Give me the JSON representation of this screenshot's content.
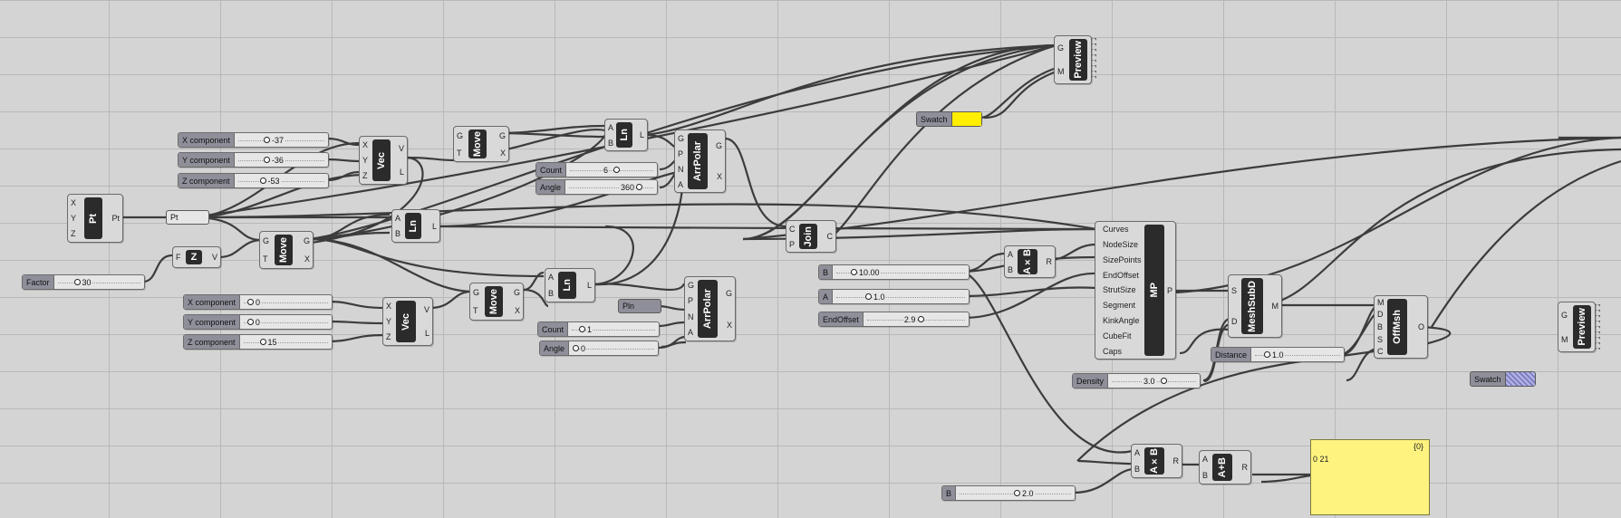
{
  "components": {
    "pt": {
      "label": "Pt",
      "inputs": [
        "X",
        "Y",
        "Z"
      ],
      "outputs": [
        "Pt"
      ]
    },
    "pt_param": {
      "label": "Pt"
    },
    "vec1": {
      "label": "Vec",
      "inputs": [
        "X",
        "Y",
        "Z"
      ],
      "outputs": [
        "V",
        "L"
      ]
    },
    "vec2": {
      "label": "Vec",
      "inputs": [
        "X",
        "Y",
        "Z"
      ],
      "outputs": [
        "V",
        "L"
      ]
    },
    "zvec": {
      "label": "Z",
      "inputs": [
        "F"
      ],
      "outputs": [
        "V"
      ]
    },
    "move1": {
      "label": "Move",
      "inputs": [
        "G",
        "T"
      ],
      "outputs": [
        "G",
        "X"
      ]
    },
    "move2": {
      "label": "Move",
      "inputs": [
        "G",
        "T"
      ],
      "outputs": [
        "G",
        "X"
      ]
    },
    "move3": {
      "label": "Move",
      "inputs": [
        "G",
        "T"
      ],
      "outputs": [
        "G",
        "X"
      ]
    },
    "ln1": {
      "label": "Ln",
      "inputs": [
        "A",
        "B"
      ],
      "outputs": [
        "L"
      ]
    },
    "ln2": {
      "label": "Ln",
      "inputs": [
        "A",
        "B"
      ],
      "outputs": [
        "L"
      ]
    },
    "ln3": {
      "label": "Ln",
      "inputs": [
        "A",
        "B"
      ],
      "outputs": [
        "L"
      ]
    },
    "arrpolar1": {
      "label": "ArrPolar",
      "inputs": [
        "G",
        "P",
        "N",
        "A"
      ],
      "outputs": [
        "G",
        "X"
      ]
    },
    "arrpolar2": {
      "label": "ArrPolar",
      "inputs": [
        "G",
        "P",
        "N",
        "A"
      ],
      "outputs": [
        "G",
        "X"
      ]
    },
    "join": {
      "label": "Join",
      "inputs": [
        "C",
        "P"
      ],
      "outputs": [
        "C"
      ]
    },
    "mp": {
      "label": "MP",
      "inputs": [
        "Curves",
        "NodeSize",
        "SizePoints",
        "EndOffset",
        "StrutSize",
        "Segment",
        "KinkAngle",
        "CubeFit",
        "Caps"
      ],
      "outputs": [
        "P"
      ]
    },
    "mult1": {
      "label": "A×B",
      "inputs": [
        "A",
        "B"
      ],
      "outputs": [
        "R"
      ]
    },
    "mult2": {
      "label": "A×B",
      "inputs": [
        "A",
        "B"
      ],
      "outputs": [
        "R"
      ]
    },
    "add1": {
      "label": "A+B",
      "inputs": [
        "A",
        "B"
      ],
      "outputs": [
        "R"
      ]
    },
    "meshsubd": {
      "label": "MeshSubD",
      "inputs": [
        "S",
        "D"
      ],
      "outputs": [
        "M"
      ]
    },
    "offmsh": {
      "label": "OffMsh",
      "inputs": [
        "M",
        "D",
        "B",
        "S",
        "C"
      ],
      "outputs": [
        "O"
      ]
    },
    "preview1": {
      "label": "Preview",
      "inputs": [
        "G",
        "M"
      ]
    },
    "preview2": {
      "label": "Preview",
      "inputs": [
        "G",
        "M"
      ]
    },
    "pin": {
      "label": "Pln"
    }
  },
  "sliders": {
    "x1": {
      "label": "X component",
      "value": "-37"
    },
    "y1": {
      "label": "Y component",
      "value": "-36"
    },
    "z1": {
      "label": "Z component",
      "value": "-53"
    },
    "x2": {
      "label": "X component",
      "value": "0"
    },
    "y2": {
      "label": "Y component",
      "value": "0"
    },
    "z2": {
      "label": "Z component",
      "value": "15"
    },
    "factor": {
      "label": "Factor",
      "value": "30"
    },
    "count1": {
      "label": "Count",
      "value": "6"
    },
    "angle1": {
      "label": "Angle",
      "value": "360"
    },
    "count2": {
      "label": "Count",
      "value": "1"
    },
    "angle2": {
      "label": "Angle",
      "value": "0"
    },
    "b1": {
      "label": "B",
      "value": "10.00"
    },
    "a1": {
      "label": "A",
      "value": "1.0"
    },
    "endoffset": {
      "label": "EndOffset",
      "value": "2.9"
    },
    "density": {
      "label": "Density",
      "value": "3.0"
    },
    "distance": {
      "label": "Distance",
      "value": "1.0"
    },
    "b2": {
      "label": "B",
      "value": "2.0"
    }
  },
  "swatches": {
    "s1": {
      "label": "Swatch",
      "color": "#ffee00"
    },
    "s2": {
      "label": "Swatch",
      "color": "#9a9ad8"
    }
  },
  "panel": {
    "header": "{0}",
    "index": "0",
    "value": "21"
  }
}
